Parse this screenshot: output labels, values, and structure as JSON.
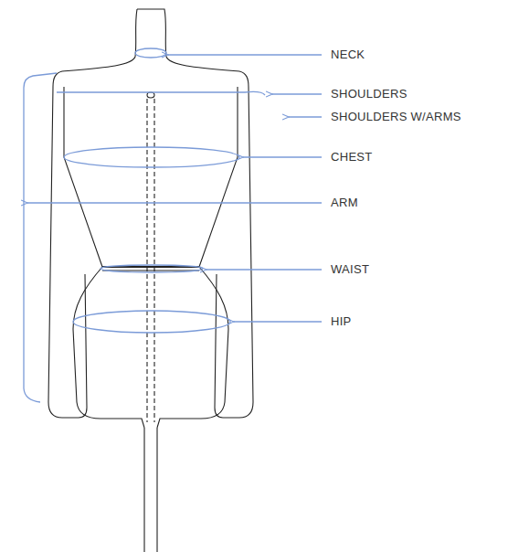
{
  "diagram": {
    "labels": [
      "NECK",
      "SHOULDERS",
      "SHOULDERS W/ARMS",
      "CHEST",
      "ARM",
      "WAIST",
      "HIP"
    ]
  }
}
